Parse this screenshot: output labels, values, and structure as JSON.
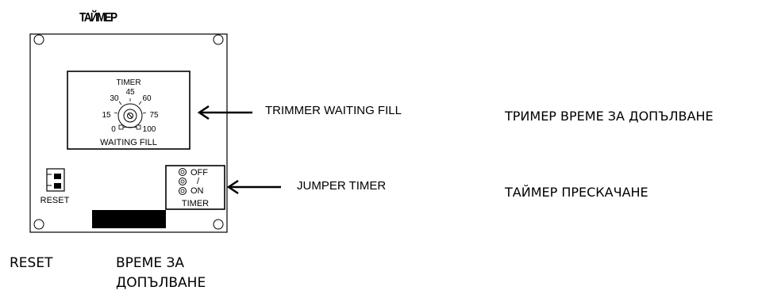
{
  "title": "ТАЙМЕР",
  "panel": {
    "trimmer_box": {
      "top_label": "TIMER",
      "bottom_label": "WAITING FILL",
      "scale": [
        "0",
        "15",
        "30",
        "45",
        "60",
        "75",
        "100"
      ]
    },
    "reset_label": "RESET",
    "jumper_box": {
      "off": "OFF",
      "slash": "/",
      "on": "ON",
      "label": "TIMER"
    }
  },
  "callouts": {
    "trimmer_en": "TRIMMER WAITING FILL",
    "jumper_en": "JUMPER TIMER",
    "trimmer_bg": "ТРИМЕР ВРЕМЕ ЗА ДОПЪЛВАНЕ",
    "jumper_bg": "ТАЙМЕР ПРЕСКАЧАНЕ"
  },
  "bottom_labels": {
    "reset": "RESET",
    "wait_line1": "ВРЕМЕ ЗА",
    "wait_line2": "ДОПЪЛВАНЕ"
  }
}
